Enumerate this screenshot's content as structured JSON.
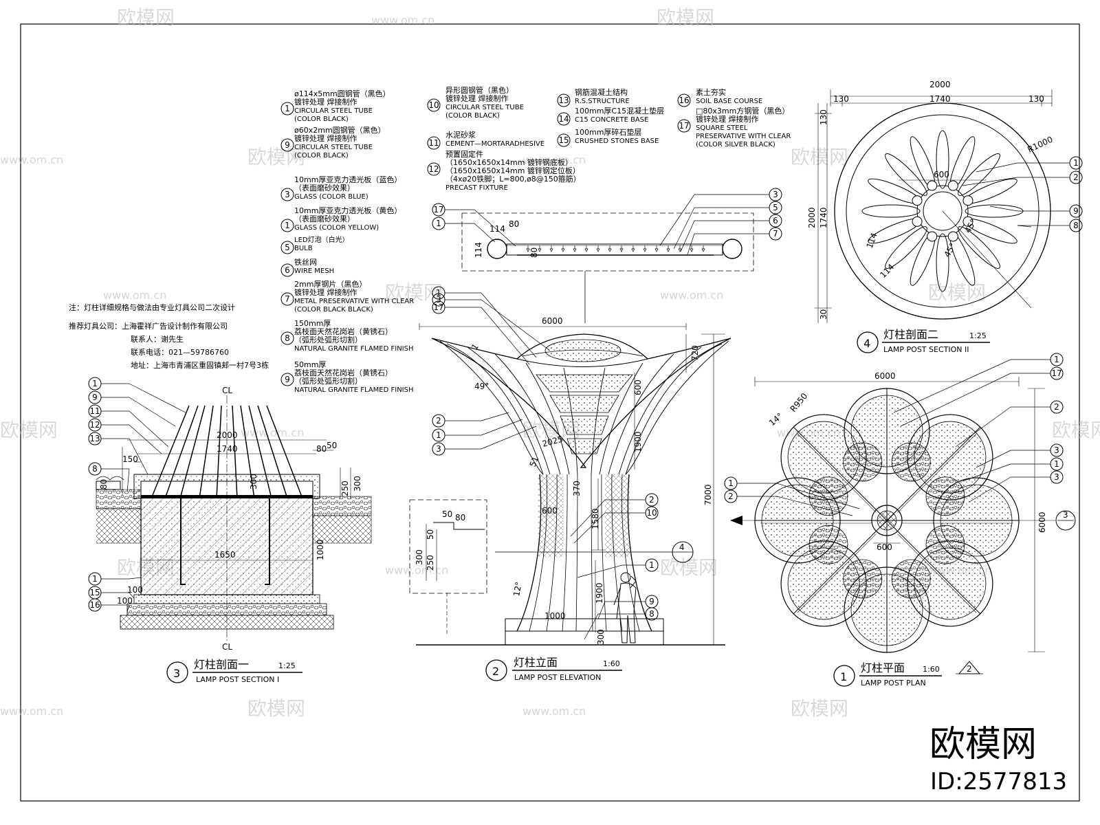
{
  "legend": {
    "col1": [
      {
        "num": "1",
        "lines": [
          "ø114x5mm圆钢管（黑色）",
          "镀锌处理  焊接制作",
          "CIRCULAR STEEL TUBE",
          "(COLOR BLACK)"
        ]
      },
      {
        "num": "9",
        "lines": [
          "ø60x2mm圆钢管（黑色）",
          "镀锌处理  焊接制作",
          "CIRCULAR STEEL TUBE",
          "(COLOR BLACK)"
        ]
      },
      {
        "num": "3",
        "lines": [
          "10mm厚亚克力透光板（蓝色）",
          "（表面磨砂效果）",
          "GLASS (COLOR BLUE)"
        ]
      },
      {
        "num": "1",
        "lines": [
          "10mm厚亚克力透光板（黄色）",
          "（表面磨砂效果）",
          "GLASS (COLOR YELLOW)"
        ]
      },
      {
        "num": "5",
        "lines": [
          "LED灯泡（白光）",
          "BULB"
        ]
      },
      {
        "num": "6",
        "lines": [
          "铁丝网",
          "WIRE MESH"
        ]
      },
      {
        "num": "7",
        "lines": [
          "2mm厚钢片（黑色）",
          "镀锌处理  焊接制作",
          "METAL PRESERVATIVE WITH CLEAR",
          "(COLOR BLACK BLACK)"
        ]
      },
      {
        "num": "8",
        "lines": [
          "150mm厚",
          "荔枝面天然花岗岩（黄锈石）",
          "（弧形处弧形切割）",
          "NATURAL GRANITE FLAMED FINISH"
        ]
      },
      {
        "num": "9",
        "lines": [
          "50mm厚",
          "荔枝面天然花岗岩（黄锈石）",
          "（弧形处弧形切割）",
          "NATURAL GRANITE FLAMED FINISH"
        ]
      }
    ],
    "col2": [
      {
        "num": "10",
        "lines": [
          "异形圆钢管（黑色）",
          "镀锌处理  焊接制作",
          "CIRCULAR STEEL TUBE",
          "(COLOR BLACK)"
        ]
      },
      {
        "num": "11",
        "lines": [
          "水泥砂浆",
          "CEMENT—MORTARADHESIVE"
        ]
      },
      {
        "num": "12",
        "lines": [
          "预置固定件",
          "（1650x1650x14mm 镀锌钢底板）",
          "（1650x1650x14mm 镀锌钢定位板）",
          "（4xø20铁脚；L=800,ø8@150箍筋）",
          "PRECAST FIXTURE"
        ]
      }
    ],
    "col3": [
      {
        "num": "13",
        "lines": [
          "钢筋混凝土结构",
          "R.S.STRUCTURE"
        ]
      },
      {
        "num": "14",
        "lines": [
          "100mm厚C15混凝土垫层",
          "C15 CONCRETE BASE"
        ]
      },
      {
        "num": "15",
        "lines": [
          "100mm厚碎石垫层",
          "CRUSHED STONES BASE"
        ]
      }
    ],
    "col4": [
      {
        "num": "16",
        "lines": [
          "素土夯实",
          "SOIL BASE COURSE"
        ]
      },
      {
        "num": "17",
        "lines": [
          "□80x3mm方钢管（黑色）",
          "镀锌处理  焊接制作",
          "SQUARE STEEL",
          "PRESERVATIVE WITH CLEAR",
          "(COLOR SILVER BLACK)"
        ]
      }
    ]
  },
  "notes": {
    "note": "注：灯柱详细规格与做法由专业灯具公司二次设计",
    "company": "推荐灯具公司：上海霍祥广告设计制作有限公司",
    "contact": "联系人：谢先生",
    "phone": "联系电话：021—59786760",
    "address": "地址：上海市青浦区重固镇郏一村7号3栋"
  },
  "views": {
    "section1": {
      "num": "3",
      "cn": "灯柱剖面一",
      "scale": "1:25",
      "en": "LAMP POST SECTION I"
    },
    "elevation": {
      "num": "2",
      "cn": "灯柱立面",
      "scale": "1:60",
      "en": "LAMP POST ELEVATION"
    },
    "plan": {
      "num": "1",
      "cn": "灯柱平面",
      "scale": "1:60",
      "en": "LAMP POST PLAN"
    },
    "section2": {
      "num": "4",
      "cn": "灯柱剖面二",
      "scale": "1:25",
      "en": "LAMP POST SECTION II"
    }
  },
  "dims": {
    "sec1_2000": "2000",
    "sec1_1740": "1740",
    "sec1_1650": "1650",
    "sec1_80": "80",
    "sec1_50": "50",
    "sec1_150": "150",
    "sec1_300": "300",
    "sec1_250": "250",
    "sec1_300b": "300",
    "sec1_1000": "1000",
    "sec1_100a": "100",
    "sec1_100b": "100",
    "sec1_80v": "80",
    "cl": "CL",
    "el_6000": "6000",
    "el_720": "720",
    "el_600": "600",
    "el_1900": "1900",
    "el_7000": "7000",
    "el_370": "370",
    "el_1580": "1580",
    "el_1900b": "1900",
    "el_300": "300",
    "el_600b": "600",
    "el_1000": "1000",
    "el_12": "12°",
    "el_49": "49°",
    "el_51": "51",
    "el_2025": "2025",
    "el_1": "1",
    "det_50": "50",
    "det_80": "80",
    "det_50b": "50",
    "det_300": "300",
    "det_250": "250",
    "lamp_114": "114",
    "lamp_80": "80",
    "lamp_114v": "114",
    "lamp_80v": "80",
    "sec2_2000": "2000",
    "sec2_130a": "130",
    "sec2_1740": "1740",
    "sec2_130b": "130",
    "sec2_2000v": "2000",
    "sec2_1740v": "1740",
    "sec2_130c": "130",
    "sec2_30": "30",
    "sec2_r1000": "R1000",
    "sec2_600": "600",
    "sec2_114": "114",
    "sec2_114b": "114",
    "sec2_45": "45°",
    "sec2_45b": "45°",
    "plan_6000": "6000",
    "plan_6000v": "6000",
    "plan_600": "600",
    "plan_r950": "R950",
    "plan_14": "14°",
    "plan_sec2": "2",
    "plan_sec3": "3"
  },
  "callouts": {
    "s1_left": [
      "1",
      "9",
      "11",
      "12",
      "13",
      "8",
      "1",
      "15",
      "16"
    ],
    "el_left_top": [
      "3",
      "1",
      "17"
    ],
    "el_left_mid": [
      "2",
      "1",
      "3"
    ],
    "el_right": [
      "2",
      "10",
      "1",
      "9",
      "8"
    ],
    "el_sec": "4",
    "lamp_left": [
      "17",
      "1"
    ],
    "lamp_right": [
      "3",
      "5",
      "6",
      "7"
    ],
    "s2_right": [
      "1",
      "2",
      "9",
      "8"
    ],
    "plan_right": [
      "1",
      "17",
      "2",
      "3",
      "1",
      "3"
    ],
    "plan_left": [
      "1",
      "2"
    ]
  },
  "watermark": {
    "brand": "欧模网",
    "site": "www.om.cn"
  },
  "brand_mark": {
    "name": "欧模网",
    "id": "ID:2577813"
  }
}
